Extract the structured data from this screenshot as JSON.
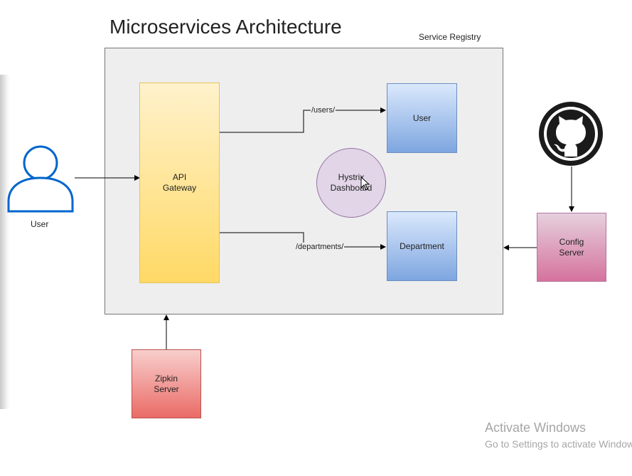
{
  "title": "Microservices Architecture",
  "registry": {
    "label": "Service Registry"
  },
  "actor": {
    "label": "User"
  },
  "nodes": {
    "gateway": "API\nGateway",
    "user_service": "User",
    "department_service": "Department",
    "hystrix": "Hystrix\nDashboard",
    "config_server": "Config\nServer",
    "zipkin_server": "Zipkin\nServer"
  },
  "edges": {
    "users_route": "/users/",
    "departments_route": "/departments/"
  },
  "github": {
    "icon": "github-icon"
  },
  "watermark": {
    "title": "Activate Windows",
    "subtitle": "Go to Settings to activate Windows."
  },
  "colors": {
    "gateway": "#ffd966",
    "service": "#7ea6e0",
    "hystrix": "#e1d5e7",
    "config": "#d5739d",
    "zipkin": "#ea6b66",
    "actor": "#0066cc"
  }
}
